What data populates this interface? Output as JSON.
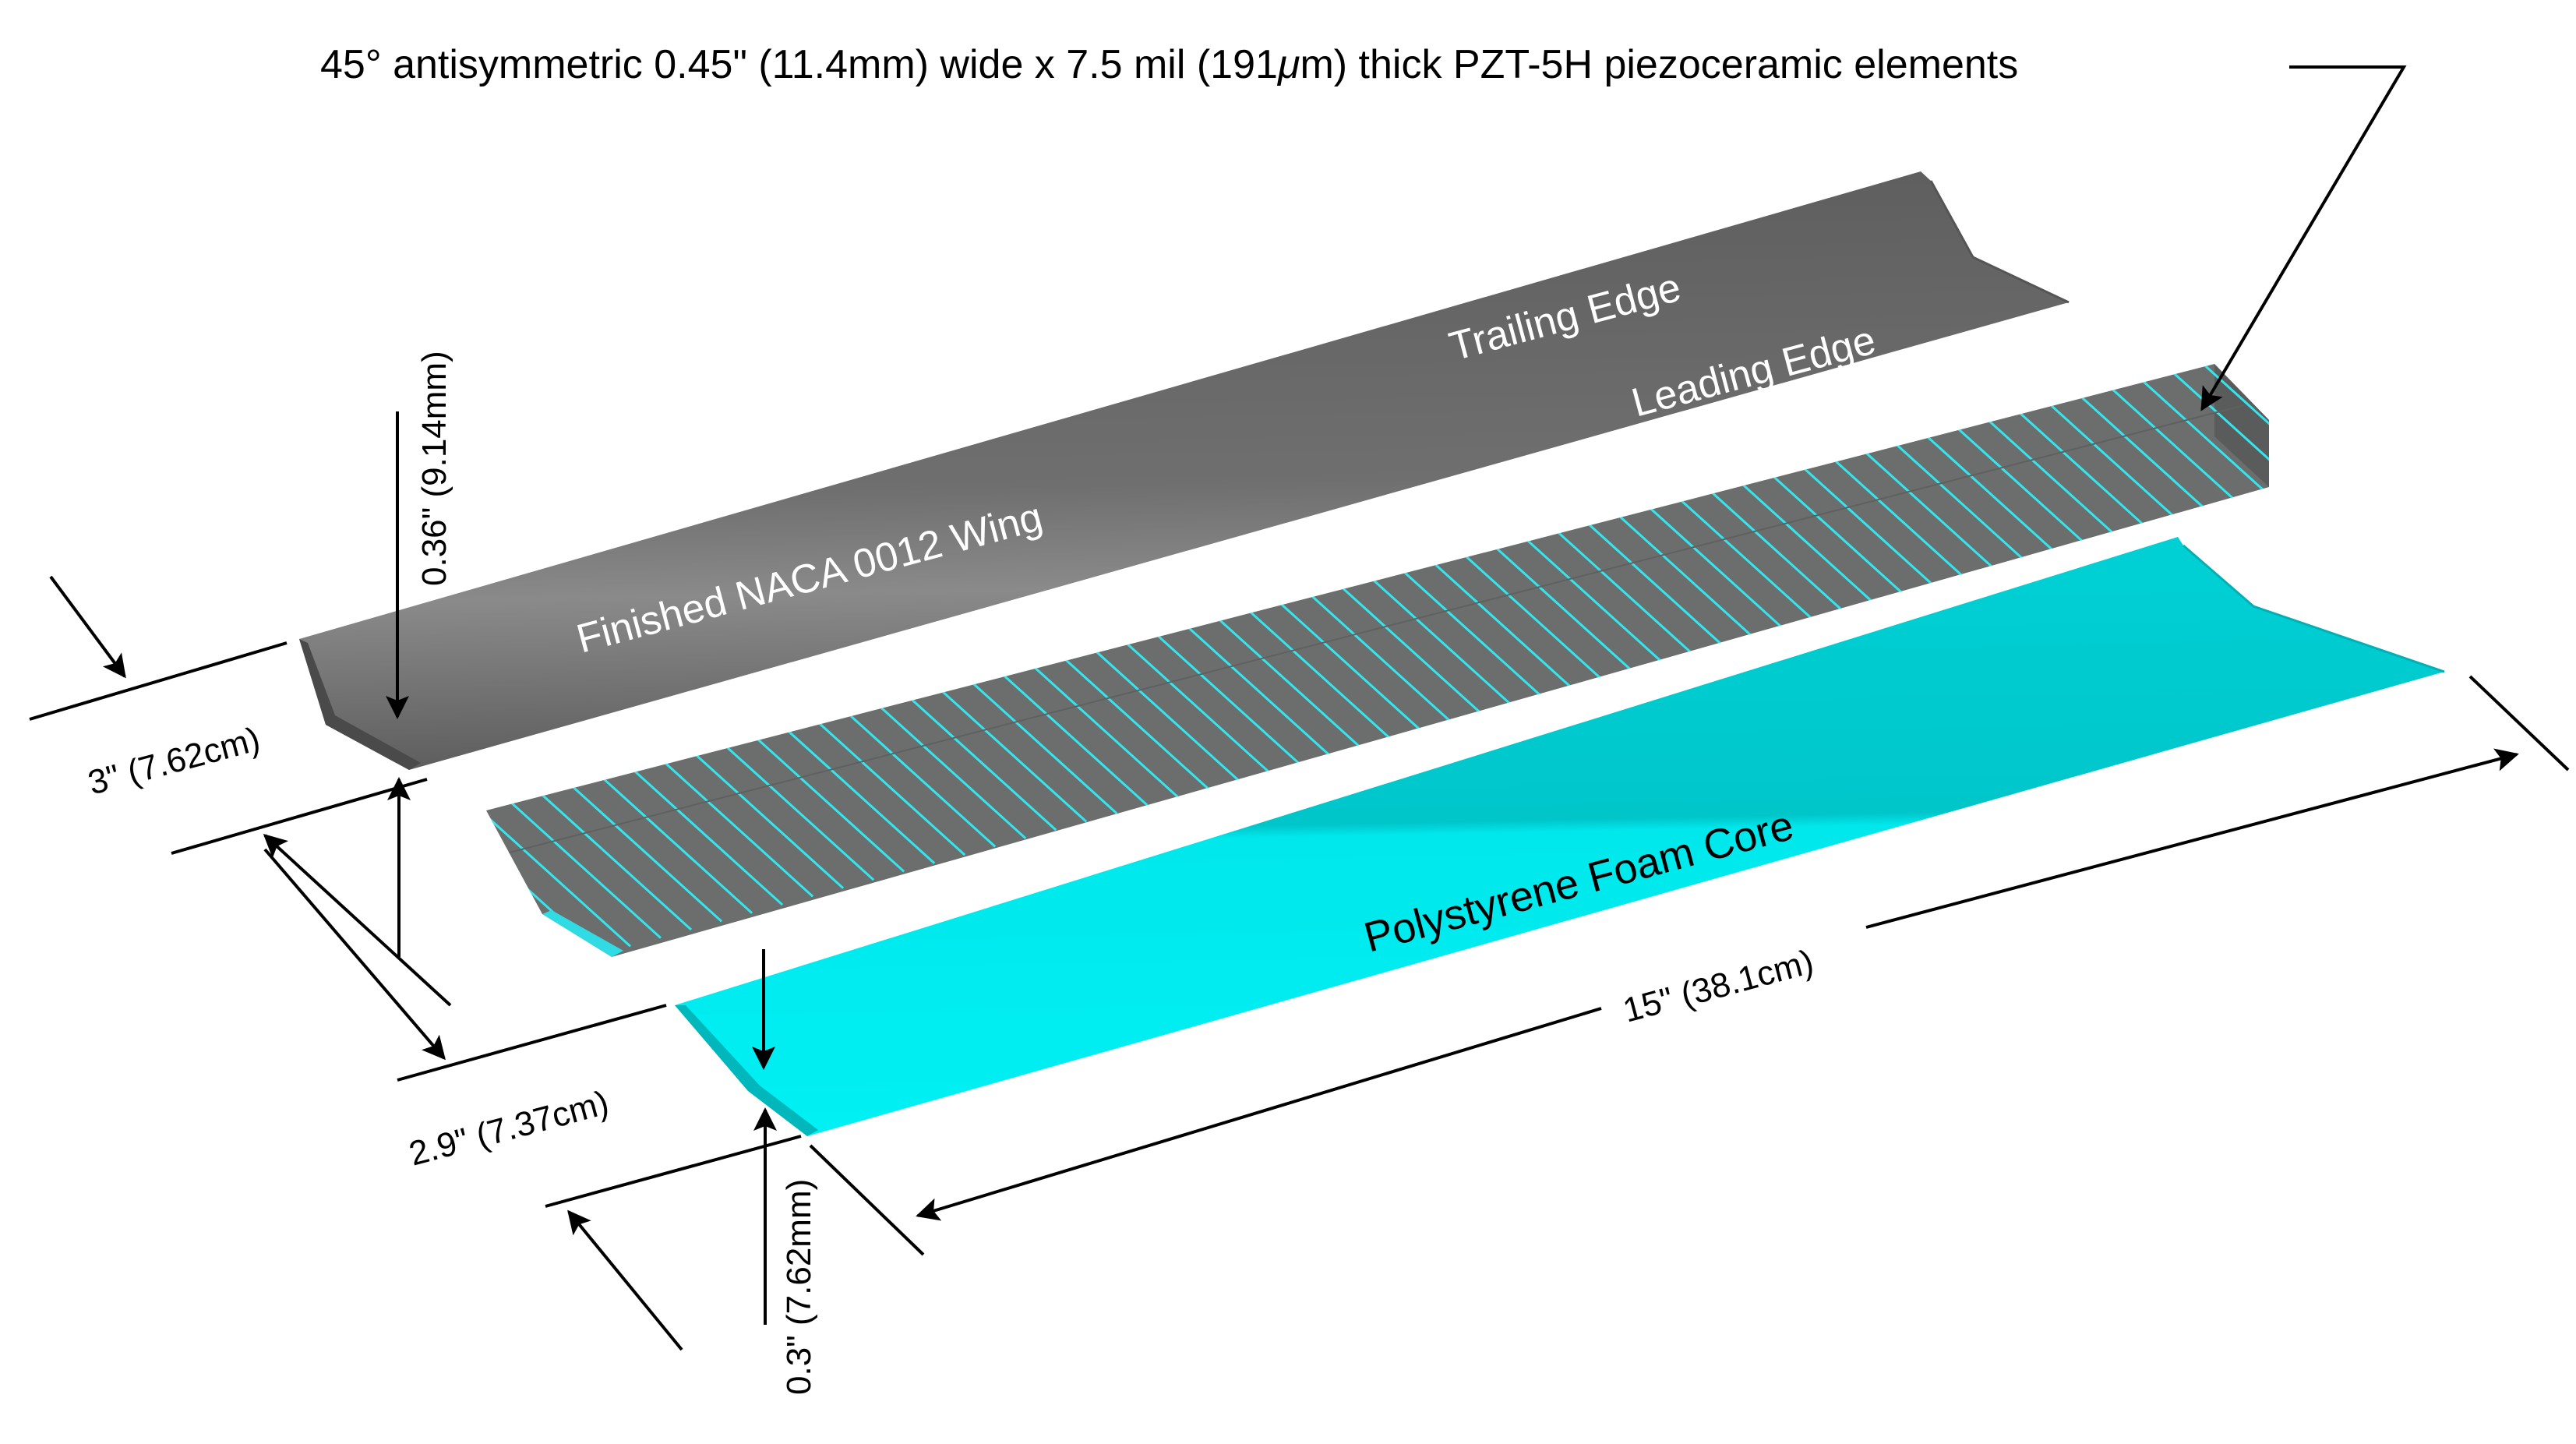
{
  "labels": {
    "callout_prefix": "45° antisymmetric 0.45\" (11.4mm) wide x 7.5 mil (191",
    "callout_mu": "μ",
    "callout_suffix": "m) thick PZT-5H piezoceramic elements",
    "trailing_edge": "Trailing Edge",
    "leading_edge": "Leading Edge",
    "finished_wing": "Finished NACA 0012 Wing",
    "foam_core": "Polystyrene Foam Core",
    "dim_thickness_wing": "0.36\" (9.14mm)",
    "dim_chord_wing": "3\" (7.62cm)",
    "dim_chord_core": "2.9\" (7.37cm)",
    "dim_thickness_core": "0.3\" (7.62mm)",
    "dim_span": "15\" (38.1cm)"
  },
  "icons": {
    "arrowhead": "arrow-head-icon"
  },
  "colors": {
    "wing_dark": "#5a5a5a",
    "wing_mid": "#7a7a7a",
    "wing_light": "#8e8e8e",
    "piezo_bg": "#6e7070",
    "piezo_stripe": "#33e6ee",
    "core_dark": "#00c8cc",
    "core_light": "#00eef2",
    "text": "#000000",
    "text_on_wing": "#ffffff"
  }
}
